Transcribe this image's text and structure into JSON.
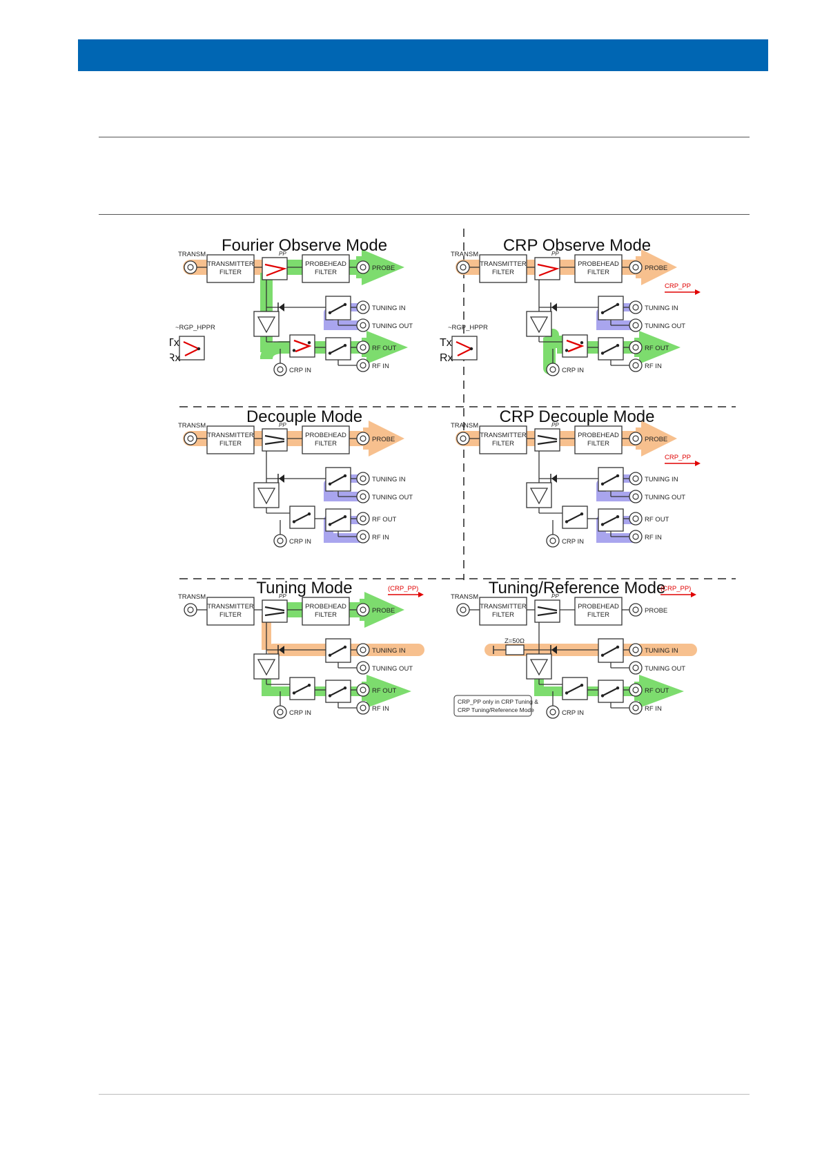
{
  "colors": {
    "header": "#0066b3",
    "orange_path": "#f7c08e",
    "green_path": "#7ddc6e",
    "blue_path": "#a9a5ee",
    "red": "#e00000"
  },
  "panels": [
    {
      "title": "Fourier Observe Mode",
      "extra_label": "",
      "switch_label": "~RGP_HPPR",
      "tx": "Tx",
      "rx": "Rx"
    },
    {
      "title": "CRP Observe Mode",
      "extra_label": "CRP_PP",
      "switch_label": "~RGP_HPPR",
      "tx": "Tx",
      "rx": "Rx"
    },
    {
      "title": "Decouple Mode",
      "extra_label": ""
    },
    {
      "title": "CRP Decouple Mode",
      "extra_label": "CRP_PP"
    },
    {
      "title": "Tuning Mode",
      "extra_label": "(CRP_PP)"
    },
    {
      "title": "Tuning/Reference Mode",
      "extra_label": "(CRP_PP)",
      "resistor_label": "Z=50Ω"
    }
  ],
  "labels": {
    "transm": "TRANSM",
    "transmitter_filter_1": "TRANSMITTER",
    "transmitter_filter_2": "FILTER",
    "probehead_filter_1": "PROBEHEAD",
    "probehead_filter_2": "FILTER",
    "pp": "PP",
    "probe": "PROBE",
    "tuning_in": "TUNING IN",
    "tuning_out": "TUNING OUT",
    "rf_out": "RF OUT",
    "rf_in": "RF IN",
    "crp_in": "CRP IN"
  },
  "note": {
    "line1": "CRP_PP only in CRP Tuning &",
    "line2": "CRP Tuning/Reference Mode"
  }
}
